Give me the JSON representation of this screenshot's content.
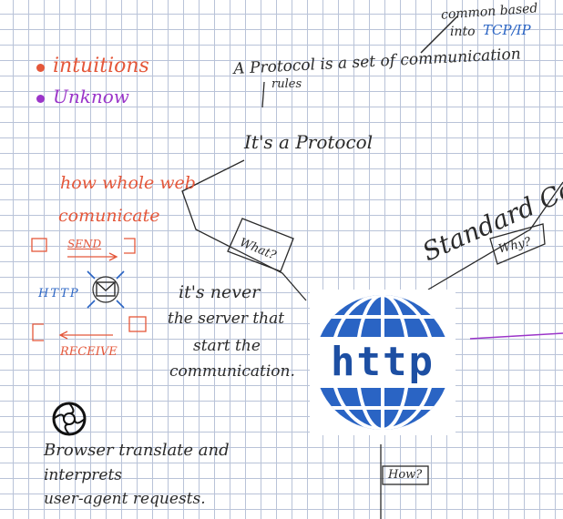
{
  "legend": {
    "items": [
      {
        "label": "intuitions",
        "color": "#e4573a"
      },
      {
        "label": "Unknow",
        "color": "#9b35c9"
      }
    ]
  },
  "notes": {
    "common": {
      "line1": "common based",
      "line2_prefix": "into",
      "tcpip": "TCP/IP"
    },
    "protocol_def": {
      "line1": "A Protocol is a set of communication",
      "line2": "rules"
    },
    "its_protocol": "It's a Protocol",
    "what": "What?",
    "standard": "Standard Comm",
    "why": "Why?",
    "how_whole_web": {
      "line1": "how whole web",
      "line2": "comunicate"
    },
    "send": "SEND",
    "http": "HTTP",
    "receive": "RECEIVE",
    "never_server": {
      "line1": "it's never",
      "line2": "the server that",
      "line3": "start the",
      "line4": "communication."
    },
    "browser": {
      "line1": "Browser translate and",
      "line2": "interprets",
      "line3": "user-agent requests."
    },
    "how": "How?"
  },
  "logo": {
    "text": "http",
    "color": "#2a64c4",
    "dark": "#1d4fa3"
  },
  "icons": [
    "mail-icon",
    "browser-aperture-icon",
    "http-globe-icon"
  ],
  "colors": {
    "ink": "#2a2a2a",
    "red": "#e4573a",
    "purple": "#9b35c9",
    "blue": "#2a64c4"
  }
}
